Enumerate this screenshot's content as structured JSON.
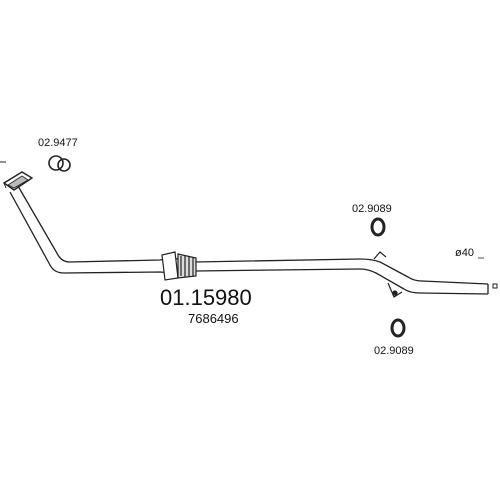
{
  "labels": {
    "main_part_number": "01.15980",
    "oem_number": "7686496",
    "gasket_part": "02.9477",
    "rubber_ring_top_part": "02.9089",
    "rubber_ring_bottom_part": "02.9089",
    "pipe_diameter": "ø40"
  },
  "colors": {
    "stroke": "#222222",
    "background": "#ffffff"
  }
}
